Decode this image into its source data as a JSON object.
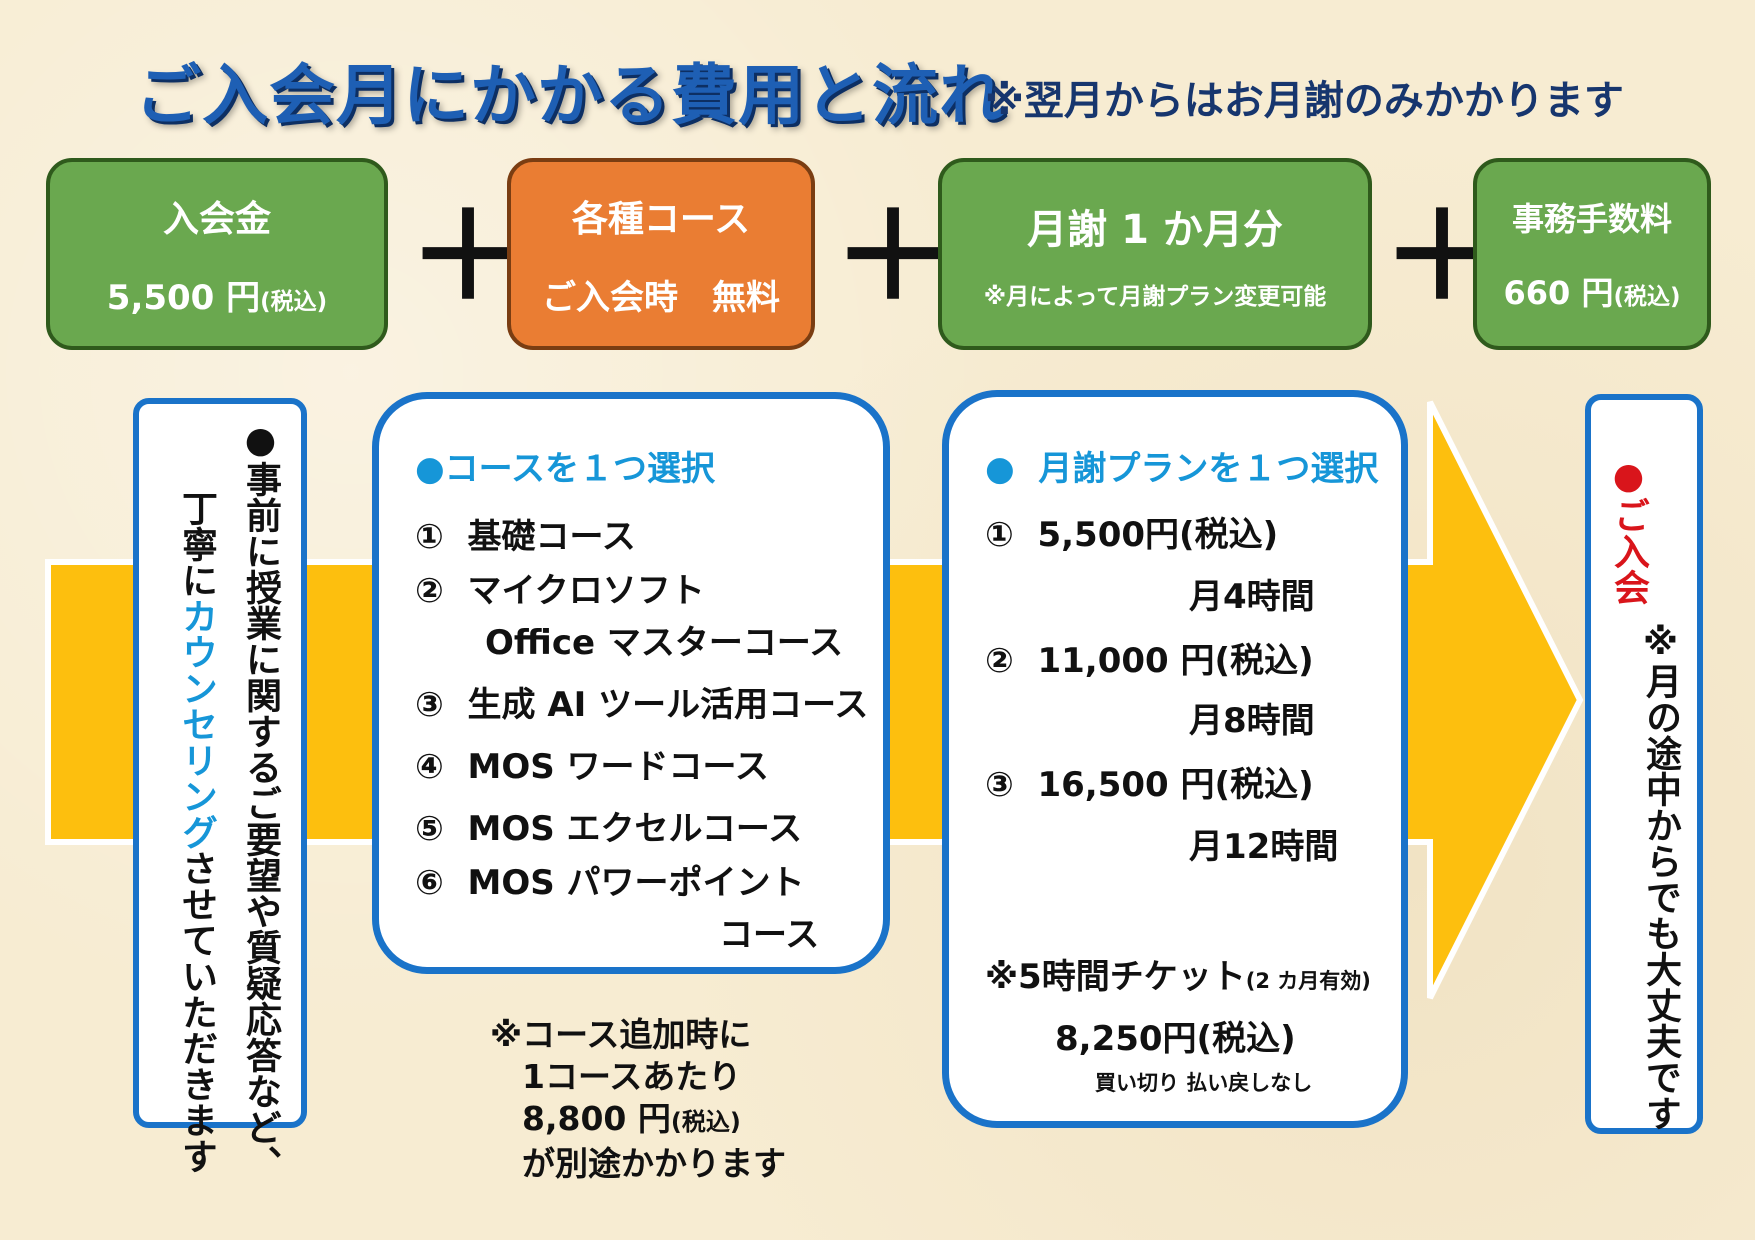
{
  "header": {
    "title": "ご入会月にかかる費用と流れ",
    "subtitle": "※翌月からはお月謝のみかかります"
  },
  "fees": [
    {
      "title": "入会金",
      "amount": "5,500 円",
      "tax": "(税込)"
    },
    {
      "title": "各種コース",
      "amount": "ご入会時　無料"
    },
    {
      "title": "月謝 1 か月分",
      "note": "※月によって月謝プラン変更可能"
    },
    {
      "title": "事務手数料",
      "amount": "660 円",
      "tax": "(税込)"
    }
  ],
  "plus_symbol": "＋",
  "counseling": {
    "line1": "●事前に授業に関するご要望や質疑応答など、",
    "line2_a": "丁寧に",
    "line2_b": "カウンセリング",
    "line2_c": "させていただきます"
  },
  "courses": {
    "heading": "●コースを１つ選択",
    "items": [
      {
        "num": "①",
        "text": "基礎コース"
      },
      {
        "num": "②",
        "text": "マイクロソフト"
      },
      {
        "num": "",
        "text": "Office マスターコース"
      },
      {
        "num": "③",
        "text": "生成 AI ツール活用コース"
      },
      {
        "num": "④",
        "text": "MOS  ワードコース"
      },
      {
        "num": "⑤",
        "text": "MOS  エクセルコース"
      },
      {
        "num": "⑥",
        "text": "MOS  パワーポイント"
      },
      {
        "num": "",
        "text": "コース"
      }
    ],
    "extra_note": [
      "※コース追加時に",
      "1コースあたり",
      "8,800 円",
      "(税込)",
      "が別途かかります"
    ]
  },
  "plans": {
    "heading_bullet": "●",
    "heading": "月謝プランを１つ選択",
    "items": [
      {
        "num": "①",
        "price": "5,500円",
        "tax": "(税込)",
        "hours": "月4時間"
      },
      {
        "num": "②",
        "price": "11,000 円",
        "tax": "(税込)",
        "hours": "月8時間"
      },
      {
        "num": "③",
        "price": "16,500 円",
        "tax": "(税込)",
        "hours": "月12時間"
      }
    ],
    "ticket_title": "※5時間チケット",
    "ticket_validity": "(2 カ月有効)",
    "ticket_price": "8,250円",
    "ticket_tax": "(税込)",
    "ticket_note": "買い切り  払い戻しなし"
  },
  "join": {
    "label": "●ご入会",
    "note": "※月の途中からでも大丈夫です"
  },
  "colors": {
    "green": "#6aa84f",
    "orange": "#ea7d33",
    "blue": "#1a73c9",
    "light_blue": "#1696d8",
    "arrow": "#fdbf0e",
    "red": "#d9151b"
  }
}
